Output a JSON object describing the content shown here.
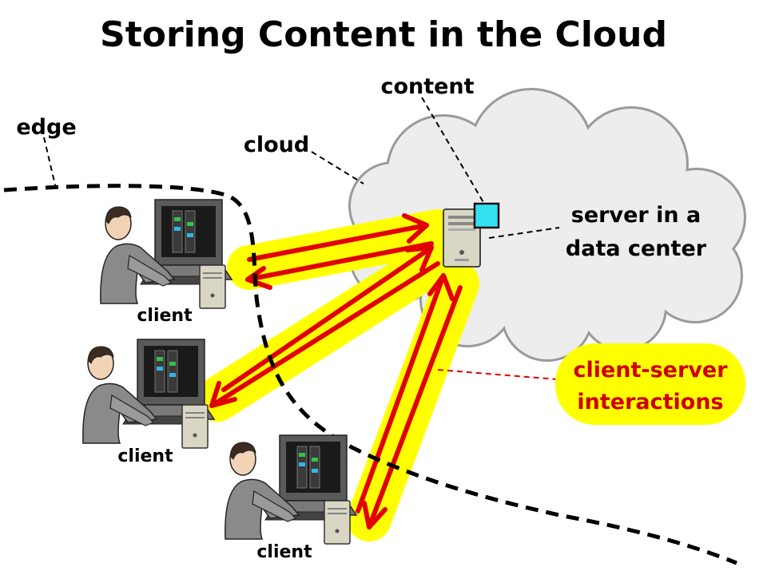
{
  "title": "Storing Content in the Cloud",
  "labels": {
    "content": "content",
    "edge": "edge",
    "cloud": "cloud",
    "server_line1": "server in a",
    "server_line2": "data center",
    "interactions_line1": "client-server",
    "interactions_line2": "interactions"
  },
  "clients": [
    {
      "label": "client"
    },
    {
      "label": "client"
    },
    {
      "label": "client"
    }
  ],
  "colors": {
    "cloud_fill": "#ededed",
    "cloud_stroke": "#9a9a9a",
    "highlight": "#ffff00",
    "arrow": "#e00000",
    "content_box": "#33e0f0",
    "interaction_text": "#cc0000"
  }
}
